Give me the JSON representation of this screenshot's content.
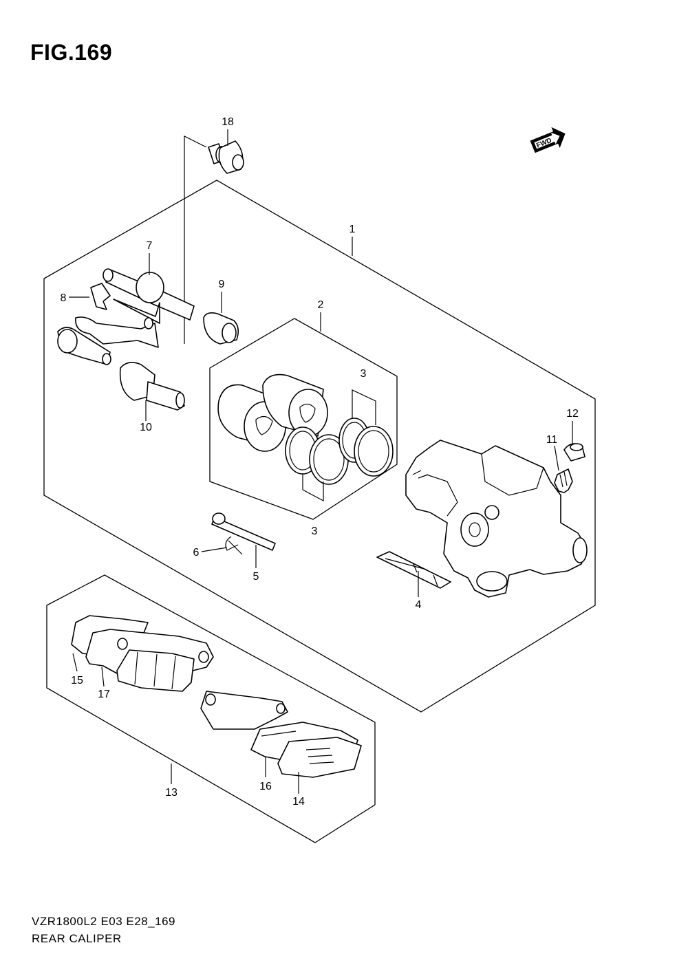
{
  "figure": {
    "title": "FIG.169"
  },
  "footer": {
    "model_code": "VZR1800L2 E03 E28_169",
    "name": "REAR CALIPER"
  },
  "fwd_badge": {
    "label": "FWD"
  },
  "callouts": {
    "c1": "1",
    "c2": "2",
    "c3a": "3",
    "c3b": "3",
    "c4": "4",
    "c5": "5",
    "c6": "6",
    "c7": "7",
    "c8": "8",
    "c9": "9",
    "c10": "10",
    "c11": "11",
    "c12": "12",
    "c13": "13",
    "c14": "14",
    "c15": "15",
    "c16": "16",
    "c17": "17",
    "c18": "18"
  }
}
